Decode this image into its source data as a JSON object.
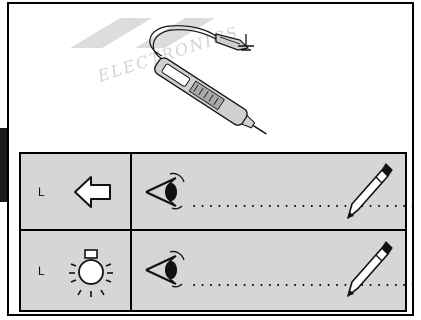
{
  "watermark": {
    "text": "ELECTRONICS"
  },
  "rows": [
    {
      "mode_label": "L",
      "mode_icon": "arrow-left-icon",
      "check_dots": "..........................."
    },
    {
      "mode_label": "L",
      "mode_icon": "light-bulb-icon",
      "check_dots": "..........................."
    }
  ],
  "colors": {
    "panel_border": "#000000",
    "table_fill": "#d6d6d6",
    "dark_tab": "#1a1a1a",
    "watermark": "#cfcfcf"
  }
}
